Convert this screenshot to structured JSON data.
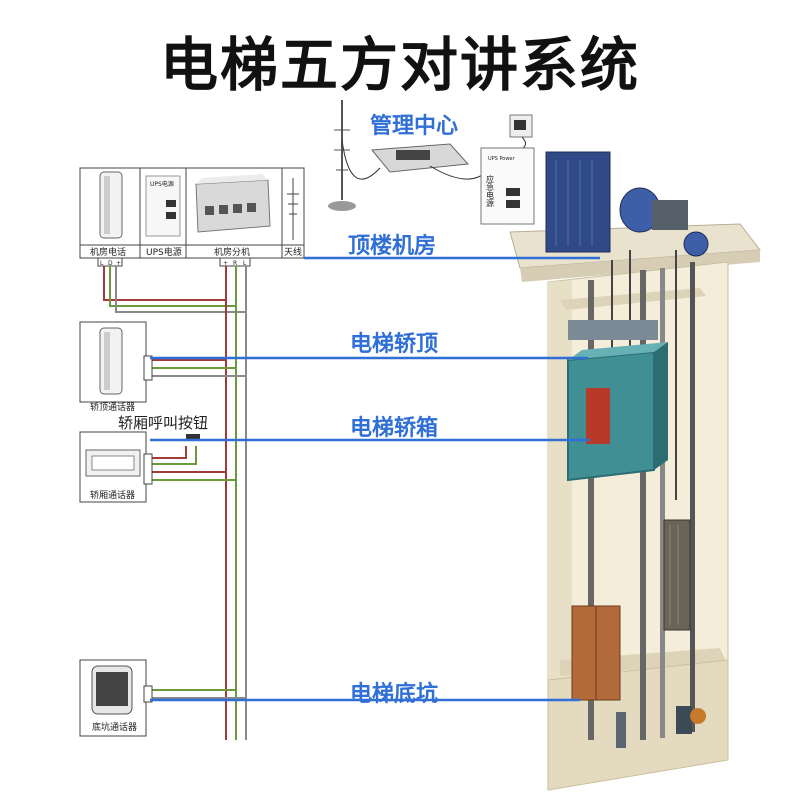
{
  "title": "电梯五方对讲系统",
  "labels": {
    "mgmt_center": "管理中心",
    "machine_room_top": "顶楼机房",
    "car_top": "电梯轿顶",
    "car": "电梯轿箱",
    "pit": "电梯底坑"
  },
  "devices": {
    "machine_phone": "机房电话",
    "ups": "UPS电源",
    "ups_face": "UPS电源",
    "machine_ext": "机房分机",
    "antenna": "天线",
    "carTop_intercom": "轿顶通话器",
    "car_call_button": "轿厢呼叫按钮",
    "car_intercom": "轿厢通话器",
    "pit_intercom": "底坑通话器",
    "emergency_power": "应急电源",
    "ups_power_en": "UPS Power"
  },
  "terminals": {
    "phone": [
      "L",
      "D",
      "+"
    ],
    "ext": [
      "+",
      "R",
      "L"
    ]
  },
  "colors": {
    "label_blue": "#2f6fd6",
    "wire_red": "#a23a3a",
    "wire_green": "#6b9a3a",
    "wire_gray": "#8a8a8a"
  }
}
